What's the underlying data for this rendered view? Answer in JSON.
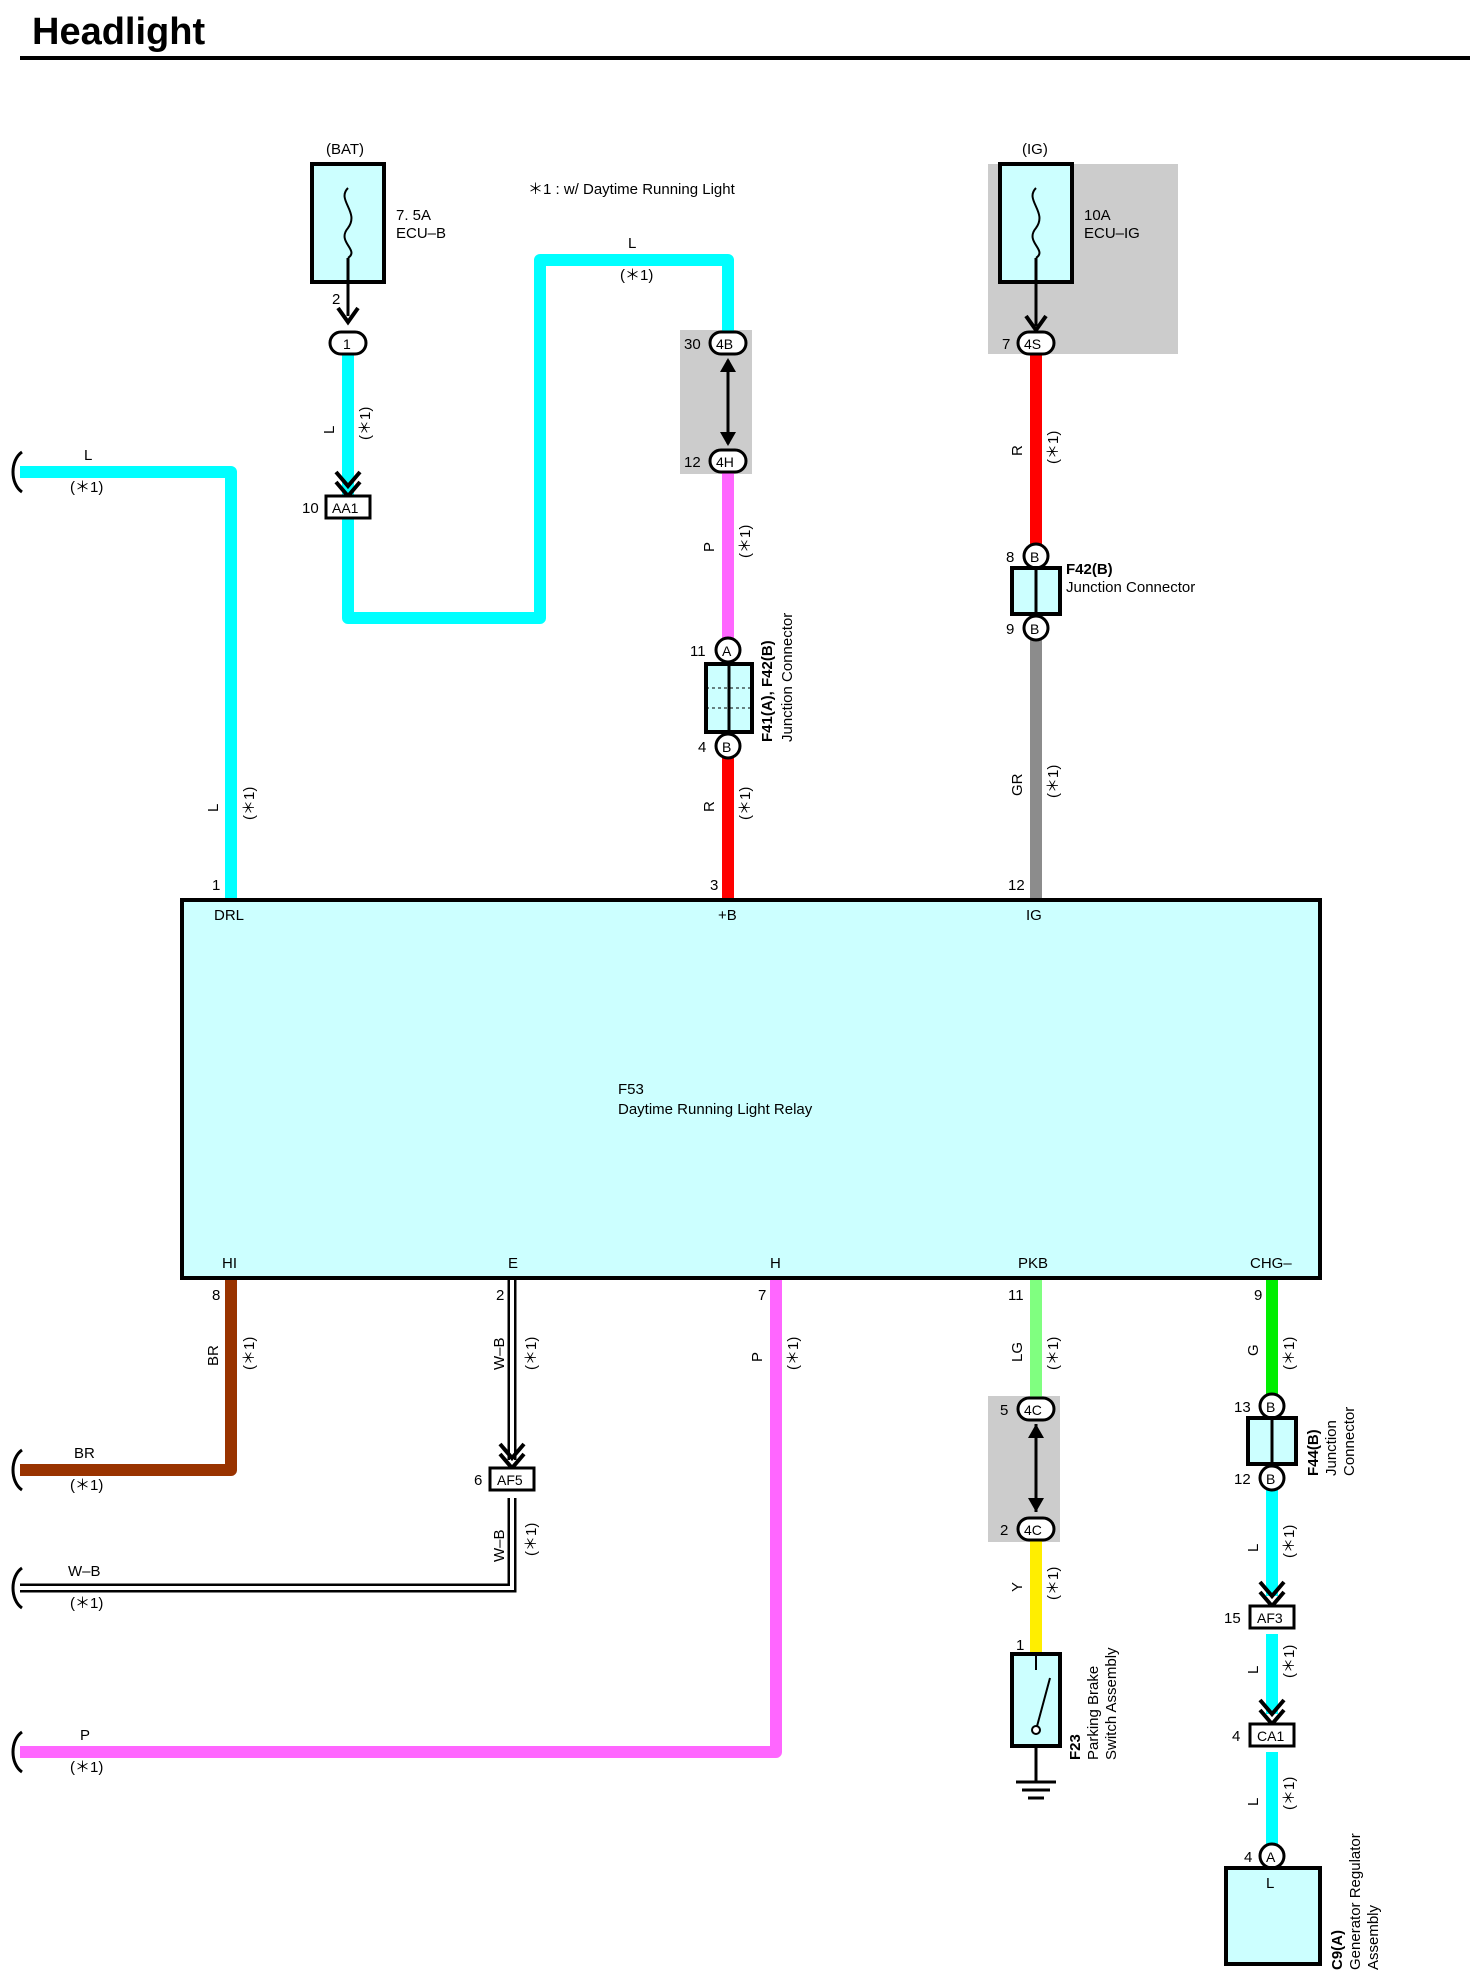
{
  "title": "Headlight",
  "note": "＊1 : w/ Daytime Running Light",
  "star": "(＊1)",
  "colors": {
    "L": "#00ffff",
    "P": "#ff66ff",
    "R": "#ff0000",
    "GR": "#8c8c8c",
    "BR": "#993300",
    "LG": "#80ff80",
    "Y": "#ffee00",
    "G": "#00ee00",
    "component_fill": "#ccffff",
    "shade": "#cccccc"
  },
  "fuses": {
    "bat": {
      "source": "(BAT)",
      "rating": "7. 5A",
      "name": "ECU–B",
      "pin": "2"
    },
    "ig": {
      "source": "(IG)",
      "rating": "10A",
      "name": "ECU–IG",
      "pin": "7"
    }
  },
  "connectors": {
    "c1": "1",
    "aa1": {
      "label": "AA1",
      "pin": "10"
    },
    "c4b": {
      "label": "4B",
      "pin": "30"
    },
    "c4h": {
      "label": "4H",
      "pin": "12"
    },
    "c4s": {
      "label": "4S"
    },
    "f41": {
      "pin_a": "A",
      "pin_a_num": "11",
      "pin_b": "B",
      "pin_b_num": "4",
      "name": "F41(A), F42(B)",
      "desc": "Junction Connector"
    },
    "f42": {
      "pin_top": "B",
      "pin_top_num": "8",
      "pin_bot": "B",
      "pin_bot_num": "9",
      "name": "F42(B)",
      "desc": "Junction Connector"
    },
    "af5": {
      "label": "AF5",
      "pin": "6"
    },
    "c4c_top": {
      "label": "4C",
      "pin": "5"
    },
    "c4c_bot": {
      "label": "4C",
      "pin": "2"
    },
    "f44": {
      "pin_top": "B",
      "pin_top_num": "13",
      "pin_bot": "B",
      "pin_bot_num": "12",
      "name": "F44(B)",
      "desc1": "Junction",
      "desc2": "Connector"
    },
    "af3": {
      "label": "AF3",
      "pin": "15"
    },
    "ca1": {
      "label": "CA1",
      "pin": "4"
    }
  },
  "relay": {
    "code": "F53",
    "name": "Daytime Running Light Relay",
    "top_pins": [
      {
        "num": "1",
        "name": "DRL"
      },
      {
        "num": "3",
        "name": "+B"
      },
      {
        "num": "12",
        "name": "IG"
      }
    ],
    "bottom_pins": [
      {
        "num": "8",
        "name": "HI"
      },
      {
        "num": "2",
        "name": "E"
      },
      {
        "num": "7",
        "name": "H"
      },
      {
        "num": "11",
        "name": "PKB"
      },
      {
        "num": "9",
        "name": "CHG–"
      }
    ]
  },
  "wire_labels": {
    "L": "L",
    "P": "P",
    "R": "R",
    "GR": "GR",
    "BR": "BR",
    "WB": "W–B",
    "LG": "LG",
    "Y": "Y",
    "G": "G"
  },
  "left_feeds": [
    {
      "code": "L"
    },
    {
      "code": "BR"
    },
    {
      "code": "W–B"
    },
    {
      "code": "P"
    }
  ],
  "switch": {
    "code": "F23",
    "line1": "Parking Brake",
    "line2": "Switch Assembly",
    "pin": "1"
  },
  "generator": {
    "code": "C9(A)",
    "line1": "Generator Regulator",
    "line2": "Assembly",
    "pin": "4",
    "pin_label": "A",
    "terminal": "L"
  }
}
